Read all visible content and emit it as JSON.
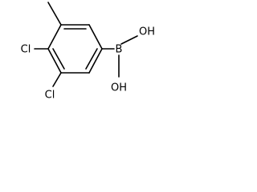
{
  "structure": {
    "atoms": {
      "cl_upper": "Cl",
      "cl_lower": "Cl",
      "boron": "B",
      "oh_right": "OH",
      "oh_lower": "OH"
    },
    "colors": {
      "bond": "#000000",
      "text": "#000000",
      "background": "#ffffff"
    }
  }
}
